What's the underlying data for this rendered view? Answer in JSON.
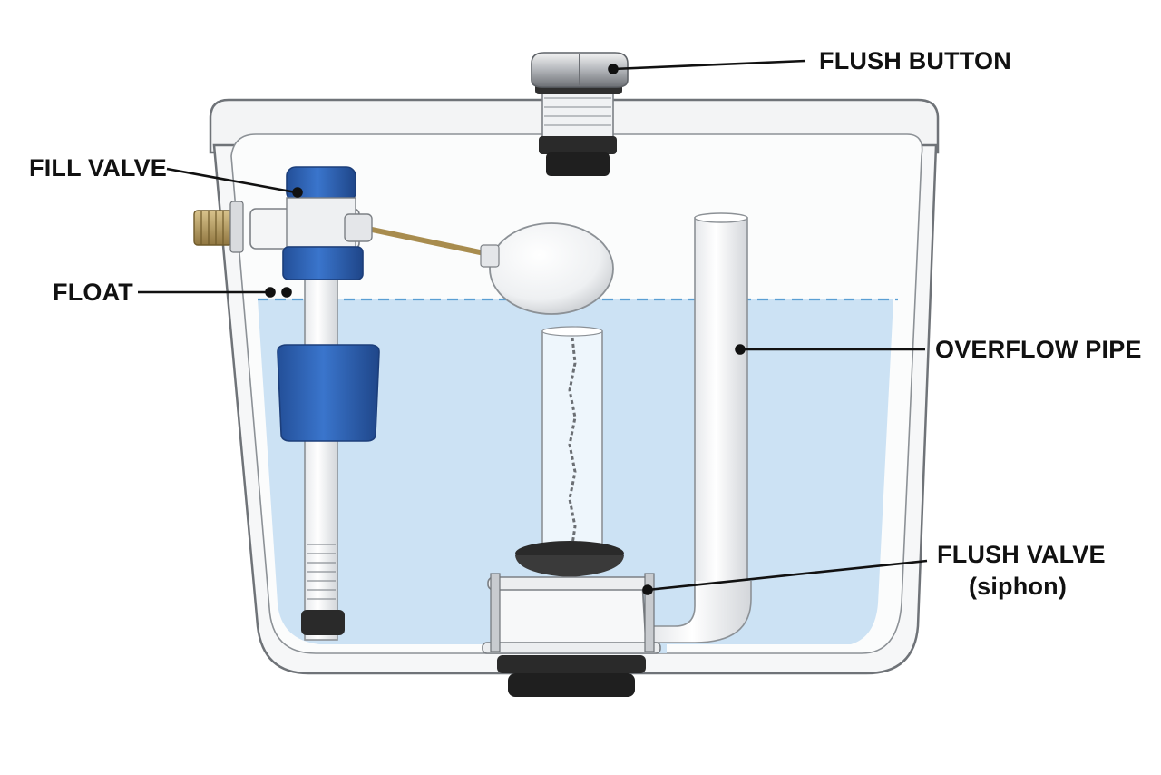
{
  "diagram": {
    "labels": {
      "flush_button": "FLUSH BUTTON",
      "fill_valve": "FILL VALVE",
      "float": "FLOAT",
      "overflow_pipe": "OVERFLOW PIPE",
      "flush_valve": "FLUSH VALVE",
      "flush_valve_sub": "(siphon)"
    }
  },
  "colors": {
    "water": "#c6dff3",
    "water_line": "#5a9fd4",
    "valve_blue": "#2f64b8",
    "tank_outline": "#6f7378",
    "brass": "#b8a06a",
    "gasket": "#2a2a2a"
  }
}
